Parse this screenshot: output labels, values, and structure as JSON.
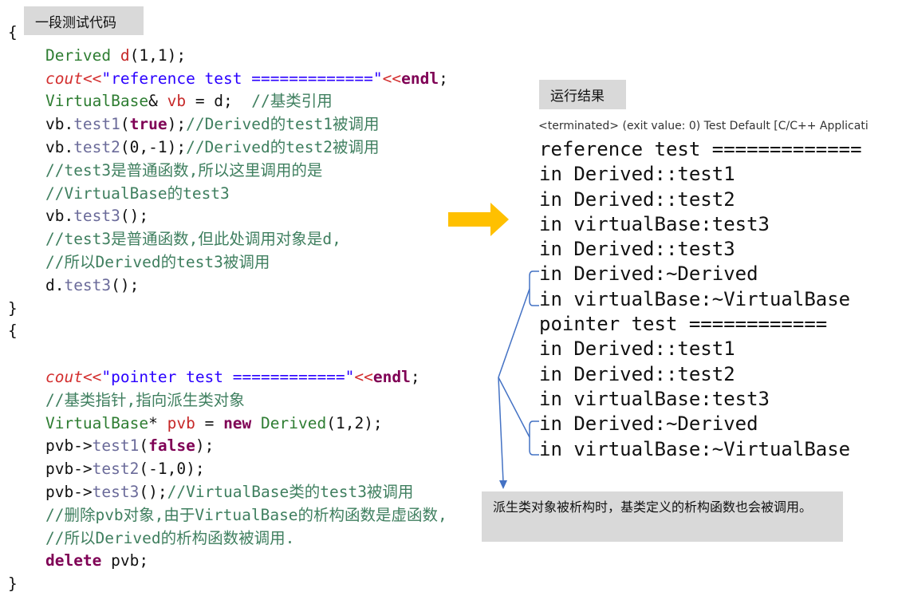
{
  "code_label": "一段测试代码",
  "result_label": "运行结果",
  "console_header": "<terminated> (exit value: 0) Test Default [C/C++ Applicati",
  "note": "派生类对象被析构时，基类定义的析构函数也会被调用。",
  "code_lines": [
    [
      [
        "{",
        "plain"
      ]
    ],
    [
      [
        "    ",
        "plain"
      ],
      [
        "Derived",
        "type"
      ],
      [
        " ",
        "plain"
      ],
      [
        "d",
        "var"
      ],
      [
        "(1,1);",
        "plain"
      ]
    ],
    [
      [
        "    ",
        "plain"
      ],
      [
        "cout",
        "cout"
      ],
      [
        "<<",
        "op"
      ],
      [
        "\"reference test =============\"",
        "str"
      ],
      [
        "<<",
        "op"
      ],
      [
        "endl",
        "kw"
      ],
      [
        ";",
        "plain"
      ]
    ],
    [
      [
        "    ",
        "plain"
      ],
      [
        "VirtualBase",
        "type"
      ],
      [
        "& ",
        "plain"
      ],
      [
        "vb",
        "var"
      ],
      [
        " = d;  ",
        "plain"
      ],
      [
        "//基类引用",
        "cmt"
      ]
    ],
    [
      [
        "    vb.",
        "plain"
      ],
      [
        "test1",
        "fn"
      ],
      [
        "(",
        "plain"
      ],
      [
        "true",
        "kw"
      ],
      [
        ");",
        "plain"
      ],
      [
        "//Derived的test1被调用",
        "cmt"
      ]
    ],
    [
      [
        "    vb.",
        "plain"
      ],
      [
        "test2",
        "fn"
      ],
      [
        "(0,-1);",
        "plain"
      ],
      [
        "//Derived的test2被调用",
        "cmt"
      ]
    ],
    [
      [
        "    ",
        "plain"
      ],
      [
        "//test3是普通函数,所以这里调用的是",
        "cmt"
      ]
    ],
    [
      [
        "    ",
        "plain"
      ],
      [
        "//VirtualBase的test3",
        "cmt"
      ]
    ],
    [
      [
        "    vb.",
        "plain"
      ],
      [
        "test3",
        "fn"
      ],
      [
        "();",
        "plain"
      ]
    ],
    [
      [
        "    ",
        "plain"
      ],
      [
        "//test3是普通函数,但此处调用对象是d,",
        "cmt"
      ]
    ],
    [
      [
        "    ",
        "plain"
      ],
      [
        "//所以Derived的test3被调用",
        "cmt"
      ]
    ],
    [
      [
        "    d.",
        "plain"
      ],
      [
        "test3",
        "fn"
      ],
      [
        "();",
        "plain"
      ]
    ],
    [
      [
        "}",
        "plain"
      ]
    ],
    [
      [
        "{",
        "plain"
      ]
    ],
    [
      [
        "",
        "plain"
      ]
    ],
    [
      [
        "    ",
        "plain"
      ],
      [
        "cout",
        "cout"
      ],
      [
        "<<",
        "op"
      ],
      [
        "\"pointer test ============\"",
        "str"
      ],
      [
        "<<",
        "op"
      ],
      [
        "endl",
        "kw"
      ],
      [
        ";",
        "plain"
      ]
    ],
    [
      [
        "    ",
        "plain"
      ],
      [
        "//基类指针,指向派生类对象",
        "cmt"
      ]
    ],
    [
      [
        "    ",
        "plain"
      ],
      [
        "VirtualBase",
        "type"
      ],
      [
        "* ",
        "plain"
      ],
      [
        "pvb",
        "var"
      ],
      [
        " = ",
        "plain"
      ],
      [
        "new",
        "kw"
      ],
      [
        " ",
        "plain"
      ],
      [
        "Derived",
        "type"
      ],
      [
        "(1,2);",
        "plain"
      ]
    ],
    [
      [
        "    pvb->",
        "plain"
      ],
      [
        "test1",
        "fn"
      ],
      [
        "(",
        "plain"
      ],
      [
        "false",
        "kw"
      ],
      [
        ");",
        "plain"
      ]
    ],
    [
      [
        "    pvb->",
        "plain"
      ],
      [
        "test2",
        "fn"
      ],
      [
        "(-1,0);",
        "plain"
      ]
    ],
    [
      [
        "    pvb->",
        "plain"
      ],
      [
        "test3",
        "fn"
      ],
      [
        "();",
        "plain"
      ],
      [
        "//VirtualBase类的test3被调用",
        "cmt"
      ]
    ],
    [
      [
        "    ",
        "plain"
      ],
      [
        "//删除pvb对象,由于VirtualBase的析构函数是虚函数,",
        "cmt"
      ]
    ],
    [
      [
        "    ",
        "plain"
      ],
      [
        "//所以Derived的析构函数被调用.",
        "cmt"
      ]
    ],
    [
      [
        "    ",
        "plain"
      ],
      [
        "delete",
        "kw"
      ],
      [
        " pvb;",
        "plain"
      ]
    ],
    [
      [
        "}",
        "plain"
      ]
    ]
  ],
  "console_lines": [
    "reference test =============",
    "in Derived::test1",
    "in Derived::test2",
    "in virtualBase:test3",
    "in Derived::test3",
    "in Derived:~Derived",
    "in virtualBase:~VirtualBase",
    "pointer test ============",
    "in Derived::test1",
    "in Derived::test2",
    "in virtualBase:test3",
    "in Derived:~Derived",
    "in virtualBase:~VirtualBase"
  ],
  "colors": {
    "arrow": "#ffc000",
    "connector": "#4472c4",
    "label_bg": "#d9d9d9"
  }
}
